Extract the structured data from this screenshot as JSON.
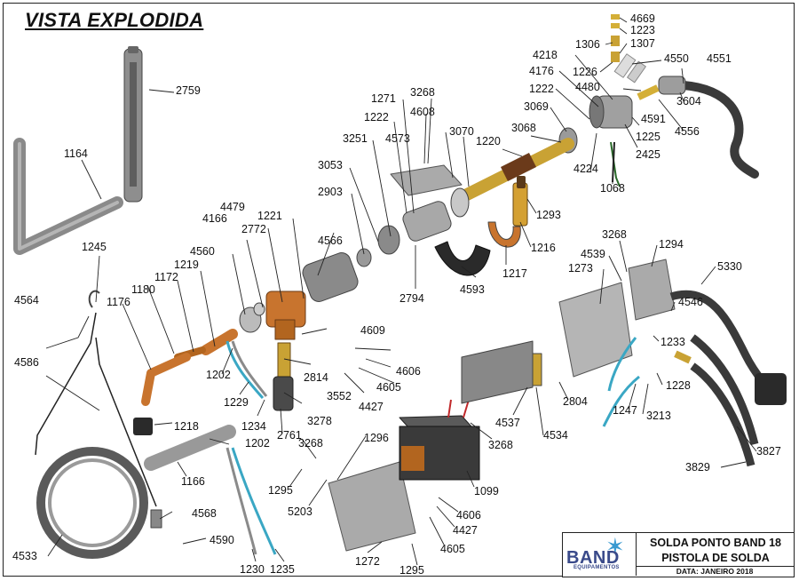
{
  "title": "VISTA EXPLODIDA",
  "title_block": {
    "line1": "SOLDA PONTO BAND 18",
    "line2": "PISTOLA DE SOLDA",
    "date": "DATA: JANEIRO 2018",
    "logo_text": "BAND",
    "logo_sub": "EQUIPAMENTOS",
    "logo_icon": "star-icon"
  },
  "colors": {
    "copper": "#c8742e",
    "brass": "#c9a234",
    "steel": "#9a9a9a",
    "dark": "#3a3a3a",
    "cable_blue": "#3aa7c4",
    "wire_red": "#c0282a"
  },
  "labels": {
    "l4669": "4669",
    "l1223": "1223",
    "l1306": "1306",
    "l1307": "1307",
    "l1226": "1226",
    "l4550": "4550",
    "l4551": "4551",
    "l4218": "4218",
    "l4176": "4176",
    "l1222a": "1222",
    "l4480": "4480",
    "l3604": "3604",
    "l4591": "4591",
    "l4556": "4556",
    "l1225": "1225",
    "l2425": "2425",
    "l4224": "4224",
    "l1068": "1068",
    "l3069": "3069",
    "l3068": "3068",
    "l3070": "3070",
    "l1220": "1220",
    "l1293": "1293",
    "l1216": "1216",
    "l1217": "1217",
    "l4593": "4593",
    "l1271": "1271",
    "l3268a": "3268",
    "l4608": "4608",
    "l1222b": "1222",
    "l4573": "4573",
    "l3251": "3251",
    "l3053": "3053",
    "l2903": "2903",
    "l2794": "2794",
    "l4566": "4566",
    "l2772": "2772",
    "l1221": "1221",
    "l4479": "4479",
    "l4166": "4166",
    "l4560": "4560",
    "l1219": "1219",
    "l1172": "1172",
    "l1180": "1180",
    "l1176": "1176",
    "l4564": "4564",
    "l1245": "1245",
    "l1164": "1164",
    "l2759": "2759",
    "l4586": "4586",
    "l4609": "4609",
    "l4606a": "4606",
    "l4605a": "4605",
    "l4427a": "4427",
    "l3552": "3552",
    "l2814": "2814",
    "l3278": "3278",
    "l1202a": "1202",
    "l1229": "1229",
    "l1234": "1234",
    "l2761": "2761",
    "l1202b": "1202",
    "l3268b": "3268",
    "l1218": "1218",
    "l1166": "1166",
    "l1295a": "1295",
    "l5203": "5203",
    "l1296": "1296",
    "l3268c": "3268",
    "l1099": "1099",
    "l4606b": "4606",
    "l4427b": "4427",
    "l4605b": "4605",
    "l1272": "1272",
    "l1295b": "1295",
    "l4568": "4568",
    "l4590": "4590",
    "l4533": "4533",
    "l1230": "1230",
    "l1235": "1235",
    "l3268d": "3268",
    "l1294": "1294",
    "l4539": "4539",
    "l1273": "1273",
    "l5330": "5330",
    "l4546": "4546",
    "l1233": "1233",
    "l1228": "1228",
    "l2804": "2804",
    "l4537": "4537",
    "l4534": "4534",
    "l1247": "1247",
    "l3213": "3213",
    "l3827": "3827",
    "l3829": "3829"
  }
}
